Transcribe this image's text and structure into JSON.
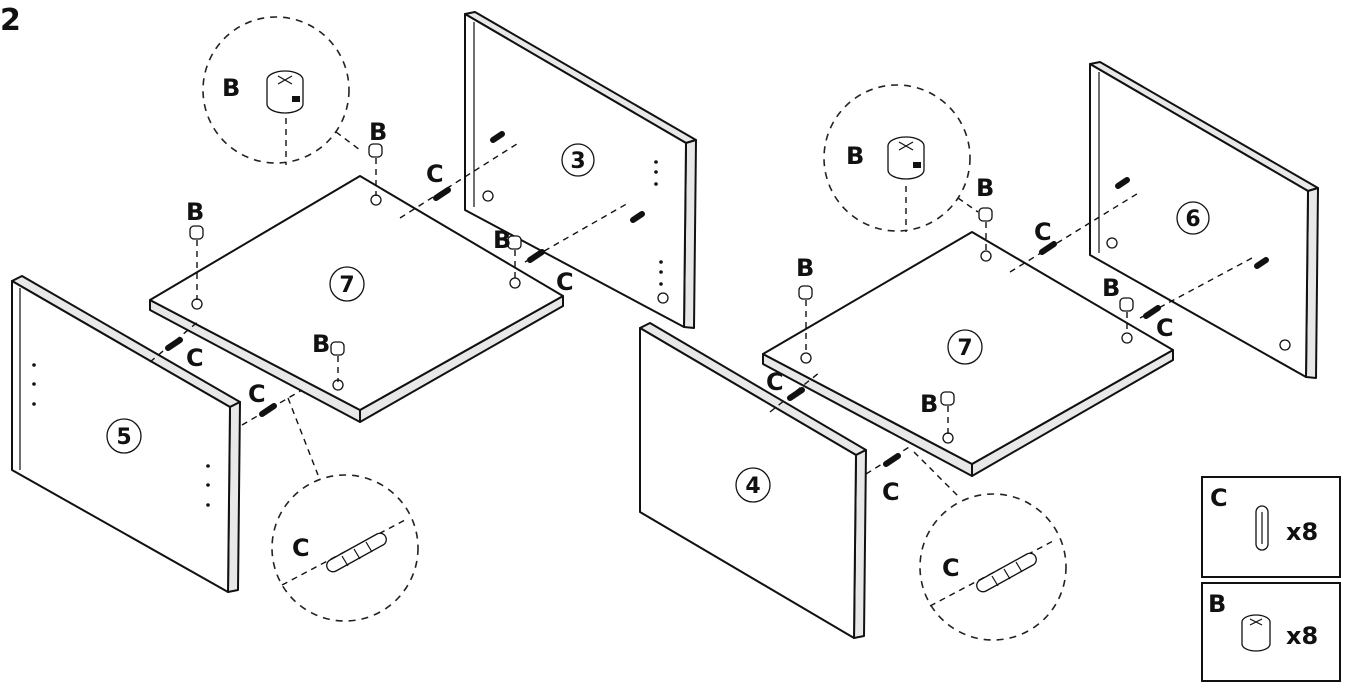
{
  "step": "2",
  "fittings": {
    "B": "B",
    "C": "C"
  },
  "parts": {
    "p3": "3",
    "p4": "4",
    "p5": "5",
    "p6": "6",
    "p7a": "7",
    "p7b": "7"
  },
  "legend": {
    "c_label": "C",
    "c_qty": "x8",
    "b_label": "B",
    "b_qty": "x8"
  }
}
